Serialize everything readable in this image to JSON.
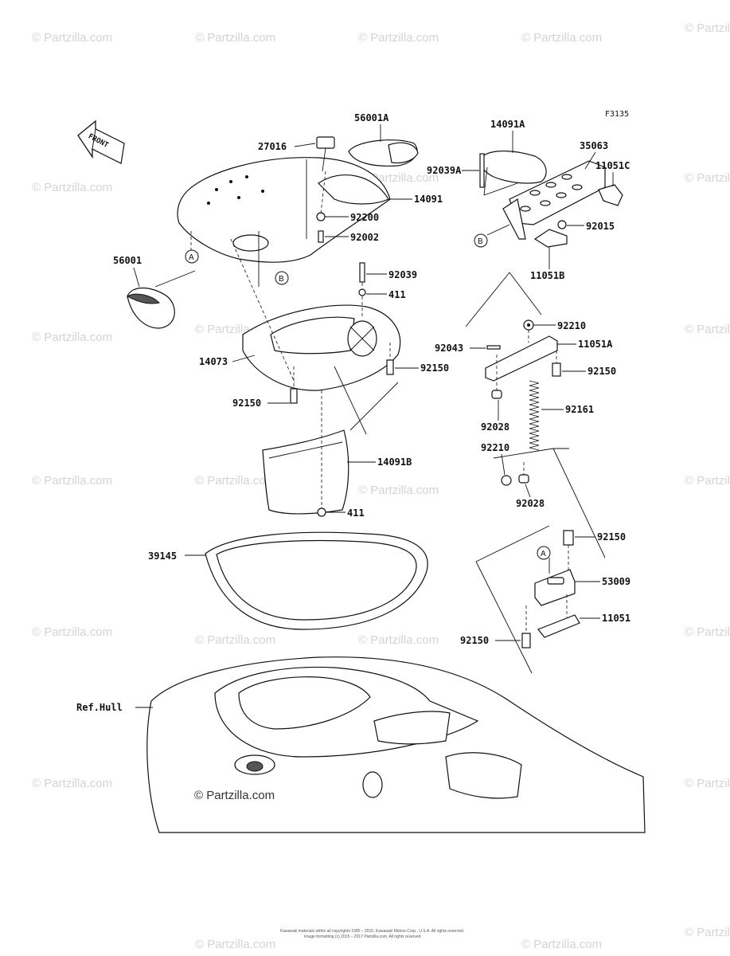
{
  "diagram": {
    "code": "F3135",
    "front_label": "FRONT",
    "copyright_logo": "© Partzilla.com",
    "watermark_text": "© Partzilla.com",
    "footer_line1": "Kawasaki materials within all copyrights 1995 – 2015, Kawasaki Motors Corp., U.S.A. All rights reserved.",
    "footer_line2": "Image formatting (c) 2015 – 2017 Partzilla.com. All rights reserved.",
    "callouts": {
      "A": "A",
      "B": "B"
    },
    "parts": {
      "p56001A": "56001A",
      "p27016": "27016",
      "p14091": "14091",
      "p92200": "92200",
      "p92002": "92002",
      "p56001": "56001",
      "p92039": "92039",
      "p411a": "411",
      "p14073": "14073",
      "p92150a": "92150",
      "p92150b": "92150",
      "p14091B": "14091B",
      "p411b": "411",
      "p39145": "39145",
      "pRefHull": "Ref.Hull",
      "p14091A": "14091A",
      "p35063": "35063",
      "p92039A": "92039A",
      "p11051C": "11051C",
      "p92015": "92015",
      "p11051B": "11051B",
      "p92210a": "92210",
      "p92043": "92043",
      "p11051A": "11051A",
      "p92150c": "92150",
      "p92161": "92161",
      "p92028a": "92028",
      "p92210b": "92210",
      "p92028b": "92028",
      "p92150d": "92150",
      "p53009": "53009",
      "p11051": "11051",
      "p92150e": "92150"
    }
  }
}
